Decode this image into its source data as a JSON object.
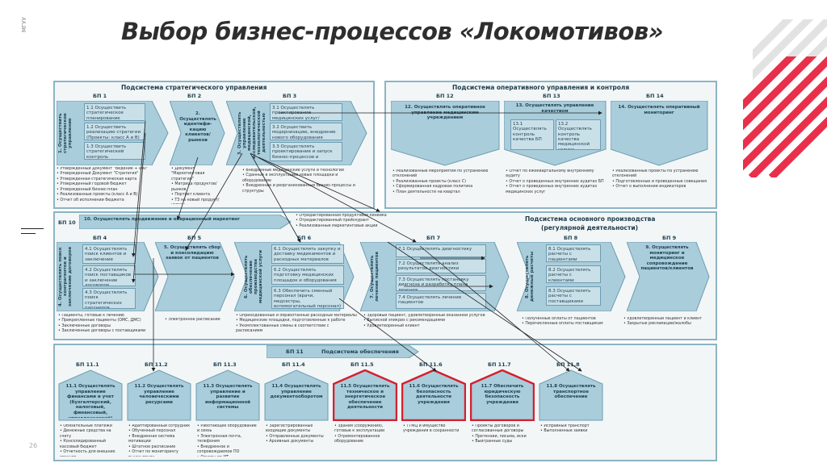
{
  "title": "Выбор бизнес-процессов «Локомотивов»",
  "side_label": "МГУУ",
  "page_number": "26",
  "colors": {
    "panel_border": "#8db3c3",
    "box_fill": "#a9cddb",
    "highlight": "#d4202f",
    "stripe": "#e8304a"
  },
  "top_left": {
    "title": "Подсистема стратегического управления",
    "bp1": {
      "label": "БП 1",
      "vertical": "1. Осуществить стратегическое управление",
      "items": [
        "1.1 Осуществить стратегическое планирование",
        "1.2 Осуществить реализацию стратегии (Проекты: класс A и B)",
        "1.3 Осуществить стратегический контроль"
      ]
    },
    "bp2": {
      "label": "БП 2",
      "text": "2. Осуществлять идентифи-кацию клиентов/рынков"
    },
    "bp3": {
      "label": "БП 3",
      "vertical": "3. Осуществлять управление медицинской, исследовательской, технологической деятельностью",
      "items": [
        "3.1 Осуществлять проектирование медицинских услуг/технологий",
        "3.2 Осуществить модернизацию, внедрение нового оборудования",
        "3.3 Осуществлять проектирование и запуск бизнес-процессов и структур"
      ]
    },
    "notes_bp1": "• Утвержденный Документ \"Видение + 000\"\n• Утвержденный Документ \"Стратегия\"\n• Утвержденная стратегическая карта\n• Утвержденный годовой бюджет\n• Утвержденный бизнес-план\n• Реализованные проекты (класс A и B)\n• Отчет об исполнении бюджета",
    "notes_bp2": "• Документ \"Маркетинговая стратегия\"\n• Матрица продуктов/рынков\n• Портрет клиента\n• ТЗ на новый продукт/услугу",
    "notes_bp3": "• Внедренные медицинские услуги и технологии\n• Сданные в эксплуатацию новые площадки и оборудование\n• Внедренные и реорганизованные бизнес-процессы и структуры"
  },
  "top_right": {
    "title": "Подсистема оперативного управления и контроля",
    "bp12": {
      "label": "БП 12",
      "text": "12. Осуществлять оперативное управление медицинским учреждением"
    },
    "bp13": {
      "label": "БП 13",
      "text": "13. Осуществлять управление качеством",
      "items": [
        "13.1 Осуществлять контроль качества БП",
        "13.2 Осуществлять контроль качества медицинской услуги"
      ]
    },
    "bp14": {
      "label": "БП 14",
      "text": "14. Осуществлять оперативный мониторинг"
    },
    "notes_bp12": "• Реализованные мероприятия по устранению отклонений\n• Реализованные проекты (класс C)\n• Сформированная кадровая политика\n• План деятельности на квартал",
    "notes_bp13": "• Отчет по ежеквартальному внутреннему аудиту\n• Отчет о проведенных внутренних аудитах БП\n• Отчет о проведенных внутренних аудитах медицинских услуг",
    "notes_bp14": "• Реализованные проекты по устранению отклонений\n• Подготовленные и проведенные совещания\n• Отчет о выполнении индикаторов"
  },
  "middle": {
    "bp10": {
      "label": "БП 10",
      "text": "10. Осуществлять продвижение и операционный маркетинг",
      "notes": "• Отредактированная продуктовая линейка\n• Отредактированный прейскурант\n• Реализованные маркетинговые акции"
    },
    "title_line1": "Подсистема основного производства",
    "title_line2": "(регулярной деятельности)",
    "bp4": {
      "label": "БП 4",
      "vertical": "4. Осуществлять поиск контрагентов и заключение договоров",
      "items": [
        "4.1 Осуществлять поиск клиентов и заключение договоров",
        "4.2 Осуществлять поиск поставщиков и заключение договоров",
        "4.3 Осуществлять поиск стратегических партнеров"
      ],
      "notes": "• Пациенты, готовые к лечению\n• Прикрепленные пациенты (ОМС, ДМС)\n• Заключенные договоры\n• Заключенные договоры с поставщиками"
    },
    "bp5": {
      "label": "БП 5",
      "text": "5. Осуществлять сбор и консолидацию заявок от пациентов",
      "notes": "• Электронное расписание"
    },
    "bp6": {
      "label": "БП 6",
      "vertical": "6. Осуществлять обеспечение производства медицинской услуги",
      "items": [
        "6.1 Осуществлять закупку и доставку медикаментов и расходных материалов",
        "6.2 Осуществлять подготовку медицинских площадок и оборудования",
        "6.3 Обеспечить сменный персонал (врачи, медсестры, вспомогательный персонал)"
      ],
      "notes": "• Оприходованные и обработанные расходные материалы\n• Медицинские площадки, подготовленные к работе\n• Укомплектованные смены в соответствии с расписанием"
    },
    "bp7": {
      "label": "БП 7",
      "vertical": "7. Осуществлять лечение пациентов",
      "items": [
        "7.1 Осуществлять диагностику",
        "7.2 Осуществлять анализ результатов диагностики",
        "7.3 Осуществлять постановку диагноза и разработку плана лечения",
        "7.4 Осуществлять лечение пациентов"
      ],
      "notes": "• Здоровый пациент, удовлетворенный оказанной услугой\n• Выписной эпикриз с рекомендациями\n• Удовлетворенный клиент"
    },
    "bp8": {
      "label": "БП 8",
      "vertical": "8. Осуществлять денежные расчеты",
      "items": [
        "8.1 Осуществлять расчеты с пациентами",
        "8.2 Осуществлять расчеты с клиентами",
        "8.3 Осуществлять расчеты с поставщиками"
      ],
      "notes": "• Полученные оплаты от пациентов\n• Перечисленные оплаты поставщикам"
    },
    "bp9": {
      "label": "БП 9",
      "text": "9. Осуществлять мониторинг и медицинское сопровождение пациентов/клиентов",
      "notes": "• Удовлетворенный пациент и клиент\n• Закрытые рекламации/жалобы"
    }
  },
  "bottom": {
    "header_label": "БП 11",
    "header_title": "Подсистема обеспечения",
    "units": [
      {
        "label": "БП 11.1",
        "text": "11.1 Осуществлять управление финансами и учет (бухгалтерский, налоговый, финансовый, управленческий)",
        "highlight": false,
        "notes": "• Обязательные платежи\n• Денежные средства на счету\n• Консолидированный кассовый бюджет\n• Отчетность для внешних органов\n• Бухгалтерская документация и отчетность"
      },
      {
        "label": "БП 11.2",
        "text": "11.2 Осуществлять управление человеческими ресурсами",
        "highlight": false,
        "notes": "• Адаптированный сотрудник\n• Обученный персонал\n• Внедренная система мотивации\n• Штатное расписание\n• Отчет по мониторингу рынка труда"
      },
      {
        "label": "БП 11.3",
        "text": "11.3 Осуществлять управление и развитие информационной системы",
        "highlight": false,
        "notes": "• Работающее оборудование и связь\n• Электронная почта, телефония\n• Внедренное и сопровождаемое ПО\n• Отчеты по ИТ"
      },
      {
        "label": "БП 11.4",
        "text": "11.4 Осуществлять управление документооборотом",
        "highlight": false,
        "notes": "• Зарегистрированные входящие документы\n• Отправленные документы\n• Архивные документы"
      },
      {
        "label": "БП 11.5",
        "text": "11.5 Осуществлять техническое и энергетическое обеспечение деятельности",
        "highlight": true,
        "notes": "• Здания (сооружения), готовые к эксплуатации\n• Отремонтированное оборудование"
      },
      {
        "label": "БП 11.6",
        "text": "11.6 Осуществлять безопасность деятельности учреждения",
        "highlight": true,
        "notes": "• ТТМЦ и имущество учреждения в сохранности"
      },
      {
        "label": "БП 11.7",
        "text": "11.7 Обеспечить юридическую безопасность учреждения",
        "highlight": true,
        "notes": "• Проекты договоров и согласованные договоры\n• Претензии, письма, иски\n• Выигранные суды"
      },
      {
        "label": "БП 11.8",
        "text": "11.8 Осуществлять транспортное обеспечение",
        "highlight": false,
        "notes": "• Исправный транспорт\n• Выполненные заявки"
      }
    ]
  }
}
